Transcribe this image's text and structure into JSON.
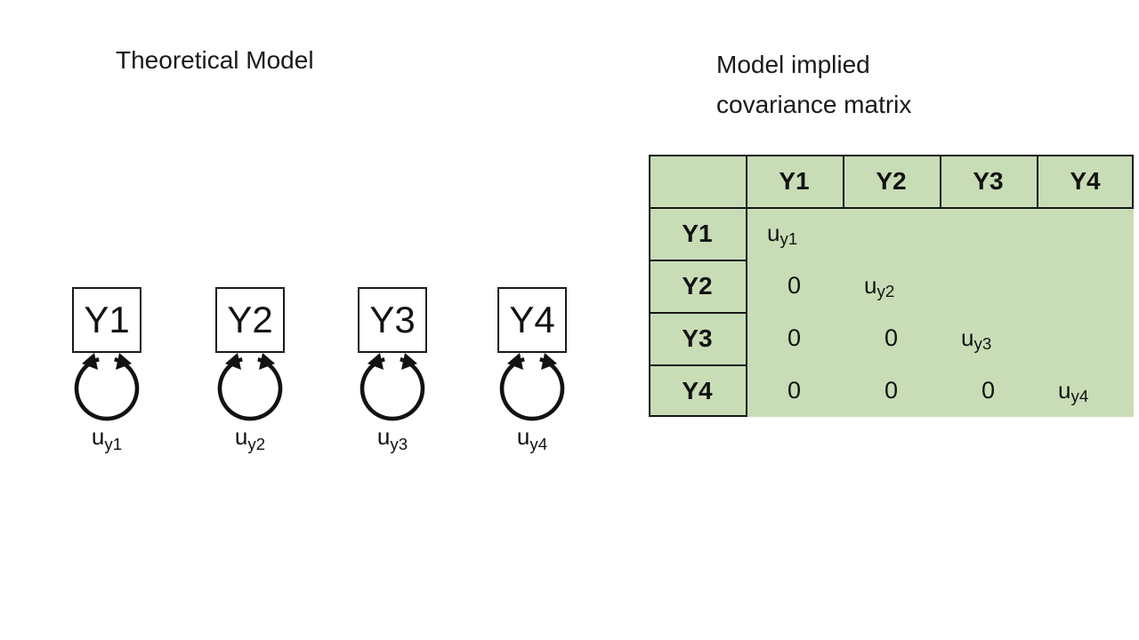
{
  "titles": {
    "left": "Theoretical Model",
    "right": [
      "Model implied",
      "covariance matrix"
    ]
  },
  "diagram": {
    "nodes": [
      {
        "label": "Y1",
        "error": {
          "base": "u",
          "sub": "y1"
        }
      },
      {
        "label": "Y2",
        "error": {
          "base": "u",
          "sub": "y2"
        }
      },
      {
        "label": "Y3",
        "error": {
          "base": "u",
          "sub": "y3"
        }
      },
      {
        "label": "Y4",
        "error": {
          "base": "u",
          "sub": "y4"
        }
      }
    ]
  },
  "icons": {
    "self_loop": "circular double-headed variance arrow"
  },
  "matrix": {
    "fill": "#c8ddb6",
    "border": "#161616",
    "corner": "",
    "col_headers": [
      "Y1",
      "Y2",
      "Y3",
      "Y4"
    ],
    "row_headers": [
      "Y1",
      "Y2",
      "Y3",
      "Y4"
    ],
    "cells": [
      [
        {
          "base": "u",
          "sub": "y1"
        },
        "",
        "",
        ""
      ],
      [
        "0",
        {
          "base": "u",
          "sub": "y2"
        },
        "",
        ""
      ],
      [
        "0",
        "0",
        {
          "base": "u",
          "sub": "y3"
        },
        ""
      ],
      [
        "0",
        "0",
        "0",
        {
          "base": "u",
          "sub": "y4"
        }
      ]
    ]
  }
}
